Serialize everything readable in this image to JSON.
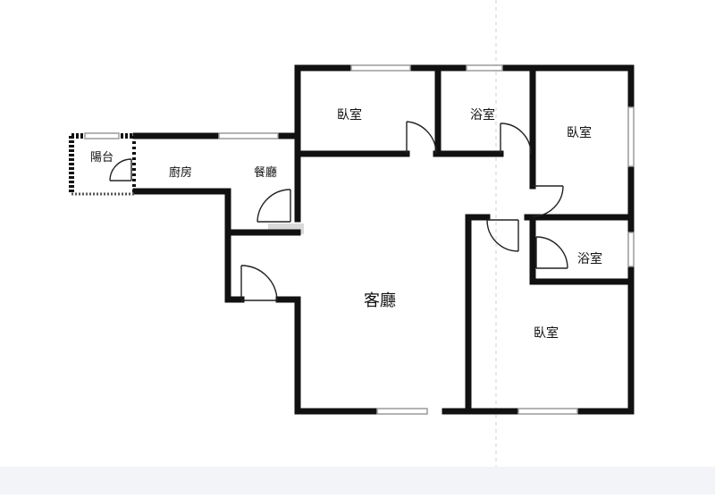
{
  "rooms": {
    "balcony": "陽台",
    "kitchen": "廚房",
    "dining": "餐廳",
    "bedroom_top": "臥室",
    "bath_top": "浴室",
    "bedroom_right": "臥室",
    "bath_right": "浴室",
    "living": "客廳",
    "bedroom_bottom": "臥室"
  },
  "colors": {
    "wall": "#111111",
    "window": "#9a9a9a",
    "door": "#222222",
    "guide": "#cccccc",
    "band": "#f3f4f8"
  }
}
